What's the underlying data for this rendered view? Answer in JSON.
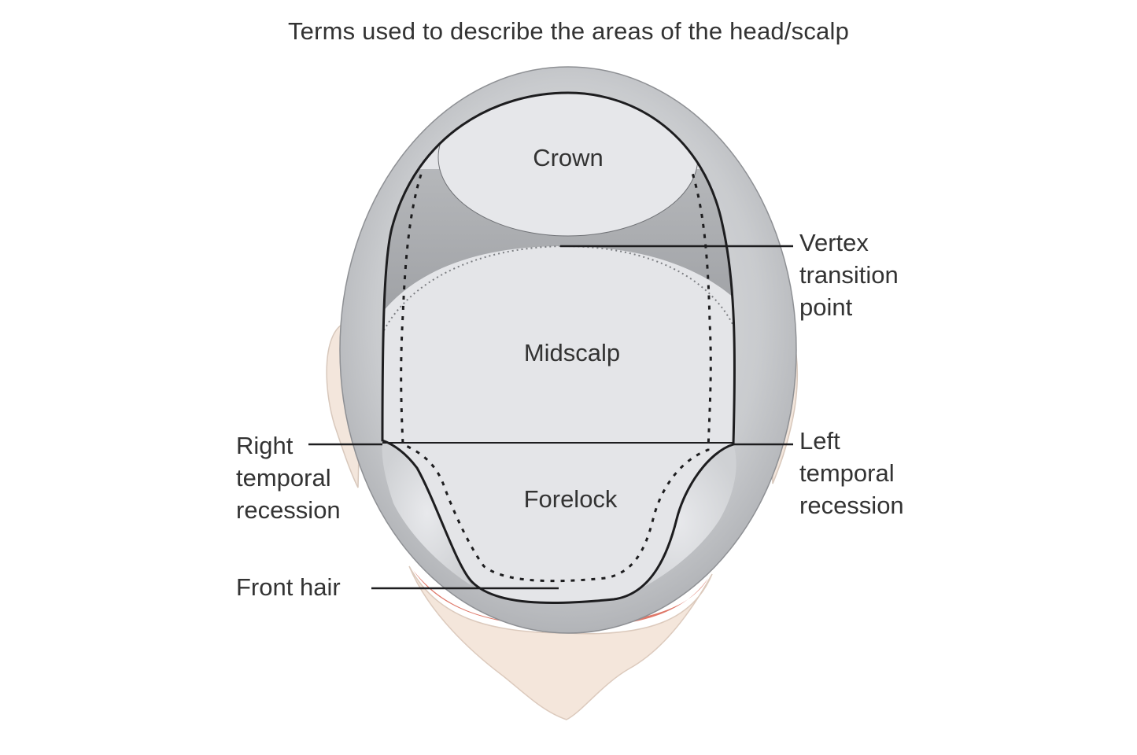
{
  "title": "Terms used to describe the areas of the head/scalp",
  "regions": {
    "crown": "Crown",
    "midscalp": "Midscalp",
    "forelock": "Forelock"
  },
  "callouts": {
    "vertex": [
      "Vertex",
      "transition",
      "point"
    ],
    "right_temporal": [
      "Right",
      "temporal",
      "recession"
    ],
    "left_temporal": [
      "Left",
      "temporal",
      "recession"
    ],
    "front_hair": "Front hair"
  },
  "colors": {
    "skin": "#f2e2d6",
    "skin_shadow": "#d9604f",
    "scalp_outer": "#b8babd",
    "scalp_light": "#dfe0e3",
    "region_fill": "#e4e5e8",
    "vertex_band": "#a7a9ad",
    "outline": "#1d1d1f",
    "text": "#333333"
  }
}
